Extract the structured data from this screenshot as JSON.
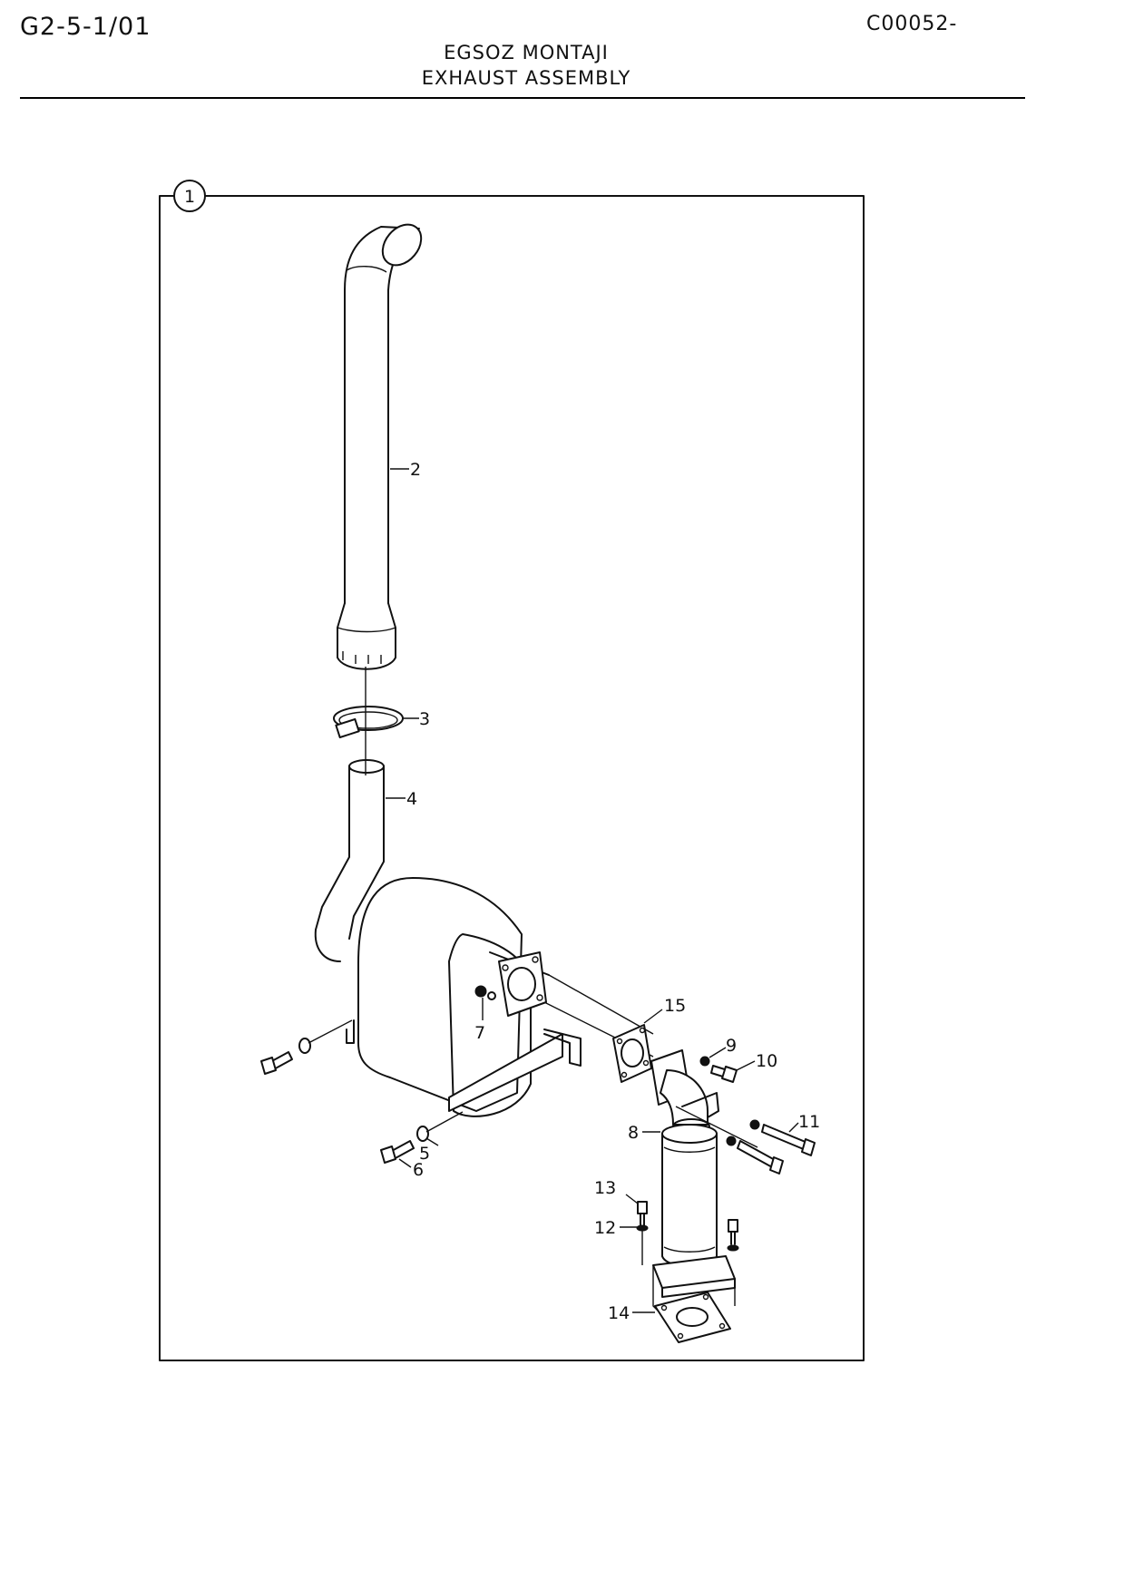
{
  "header": {
    "sheet_code": "G2-5-1/01",
    "doc_code": "C00052-",
    "title_tr": "EGSOZ MONTAJI",
    "title_en": "EXHAUST ASSEMBLY"
  },
  "assembly_index": "1",
  "callouts": {
    "c2": "2",
    "c3": "3",
    "c4": "4",
    "c5": "5",
    "c6": "6",
    "c7": "7",
    "c8": "8",
    "c9": "9",
    "c10": "10",
    "c11": "11",
    "c12": "12",
    "c13": "13",
    "c14": "14",
    "c15": "15"
  }
}
